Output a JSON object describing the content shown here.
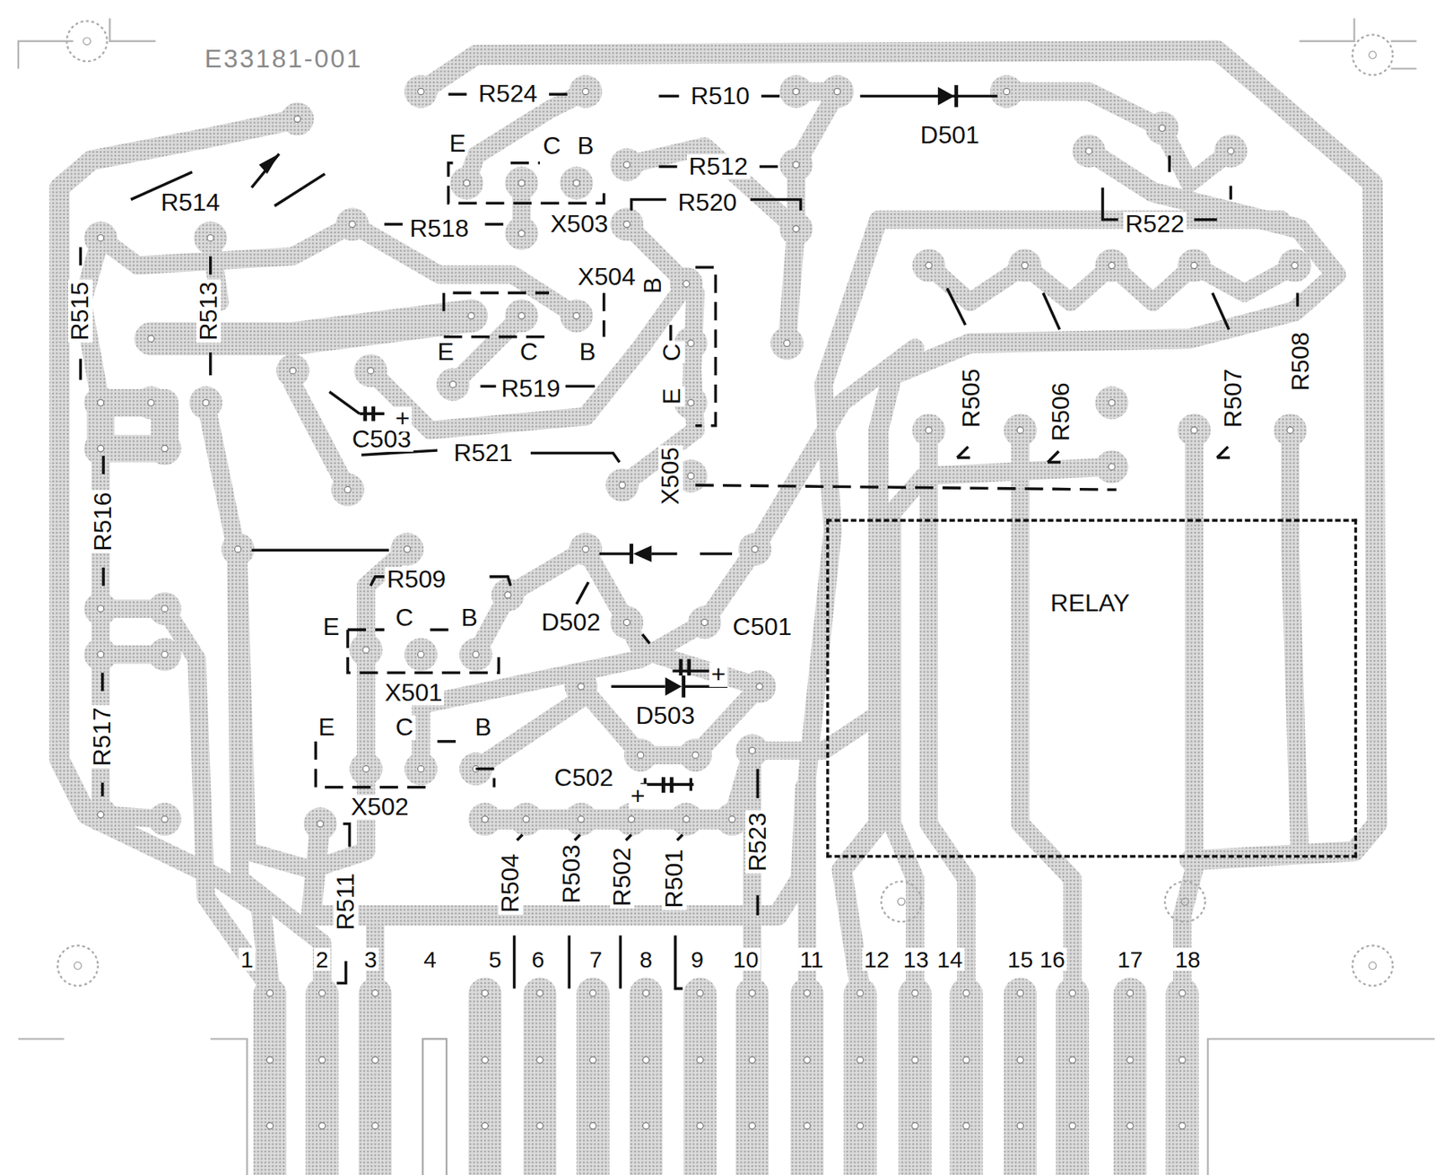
{
  "diagram": {
    "nodes": [
      {
        "text": [
          "RELAY"
        ]
      }
    ],
    "labels": [
      "E33181-001",
      "R524",
      "R510",
      "D501",
      "E",
      "C",
      "B",
      "R512",
      "R514",
      "X503",
      "R520",
      "R522",
      "R518",
      "R515",
      "R513",
      "X504",
      "B",
      "E",
      "C",
      "B",
      "C",
      "E",
      "R519",
      "C503",
      "+",
      "R521",
      "X505",
      "R505",
      "R506",
      "R507",
      "R508",
      "R516",
      "R509",
      "E",
      "C",
      "B",
      "D502",
      "C501",
      "X501",
      "+",
      "D503",
      "E",
      "C",
      "B",
      "R517",
      "C502",
      "+",
      "X502",
      "R504",
      "R503",
      "R502",
      "R501",
      "R523",
      "R511",
      "1",
      "2",
      "3",
      "4",
      "5",
      "6",
      "7",
      "8",
      "9",
      "10",
      "11",
      "12",
      "13",
      "14",
      "15",
      "16",
      "17",
      "18"
    ]
  }
}
